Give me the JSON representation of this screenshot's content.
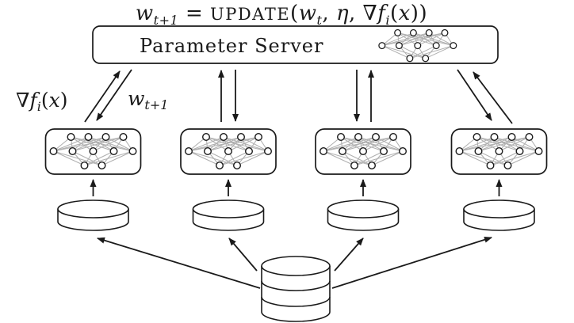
{
  "title": {
    "lhs_base": "w",
    "lhs_sub": "t+1",
    "equals": " = ",
    "op_name": "UPDATE",
    "open_paren": "(",
    "arg1_base": "w",
    "arg1_sub": "t",
    "sep1": ", ",
    "arg2": "η",
    "sep2": ", ",
    "arg3_nabla": "∇",
    "arg3_base": "f",
    "arg3_sub": "i",
    "arg3_open": "(",
    "arg3_var": "x",
    "arg3_close": ")",
    "close_paren": ")"
  },
  "server": {
    "label": "Parameter Server",
    "icon": "neural-network-icon"
  },
  "edge_labels": {
    "gradient_nabla": "∇",
    "gradient_base": "f",
    "gradient_sub": "i",
    "gradient_open": "(",
    "gradient_var": "x",
    "gradient_close": ")",
    "weights_base": "w",
    "weights_sub": "t+1"
  },
  "workers": {
    "count": 4,
    "icon": "neural-network-icon"
  },
  "data_shards": {
    "count": 4,
    "icon": "database-disk-icon"
  },
  "central_datastore": {
    "icon": "database-cylinder-icon"
  },
  "colors": {
    "stroke": "#1a1a1a",
    "nn_edge": "#b0b0b0",
    "background": "#ffffff"
  }
}
